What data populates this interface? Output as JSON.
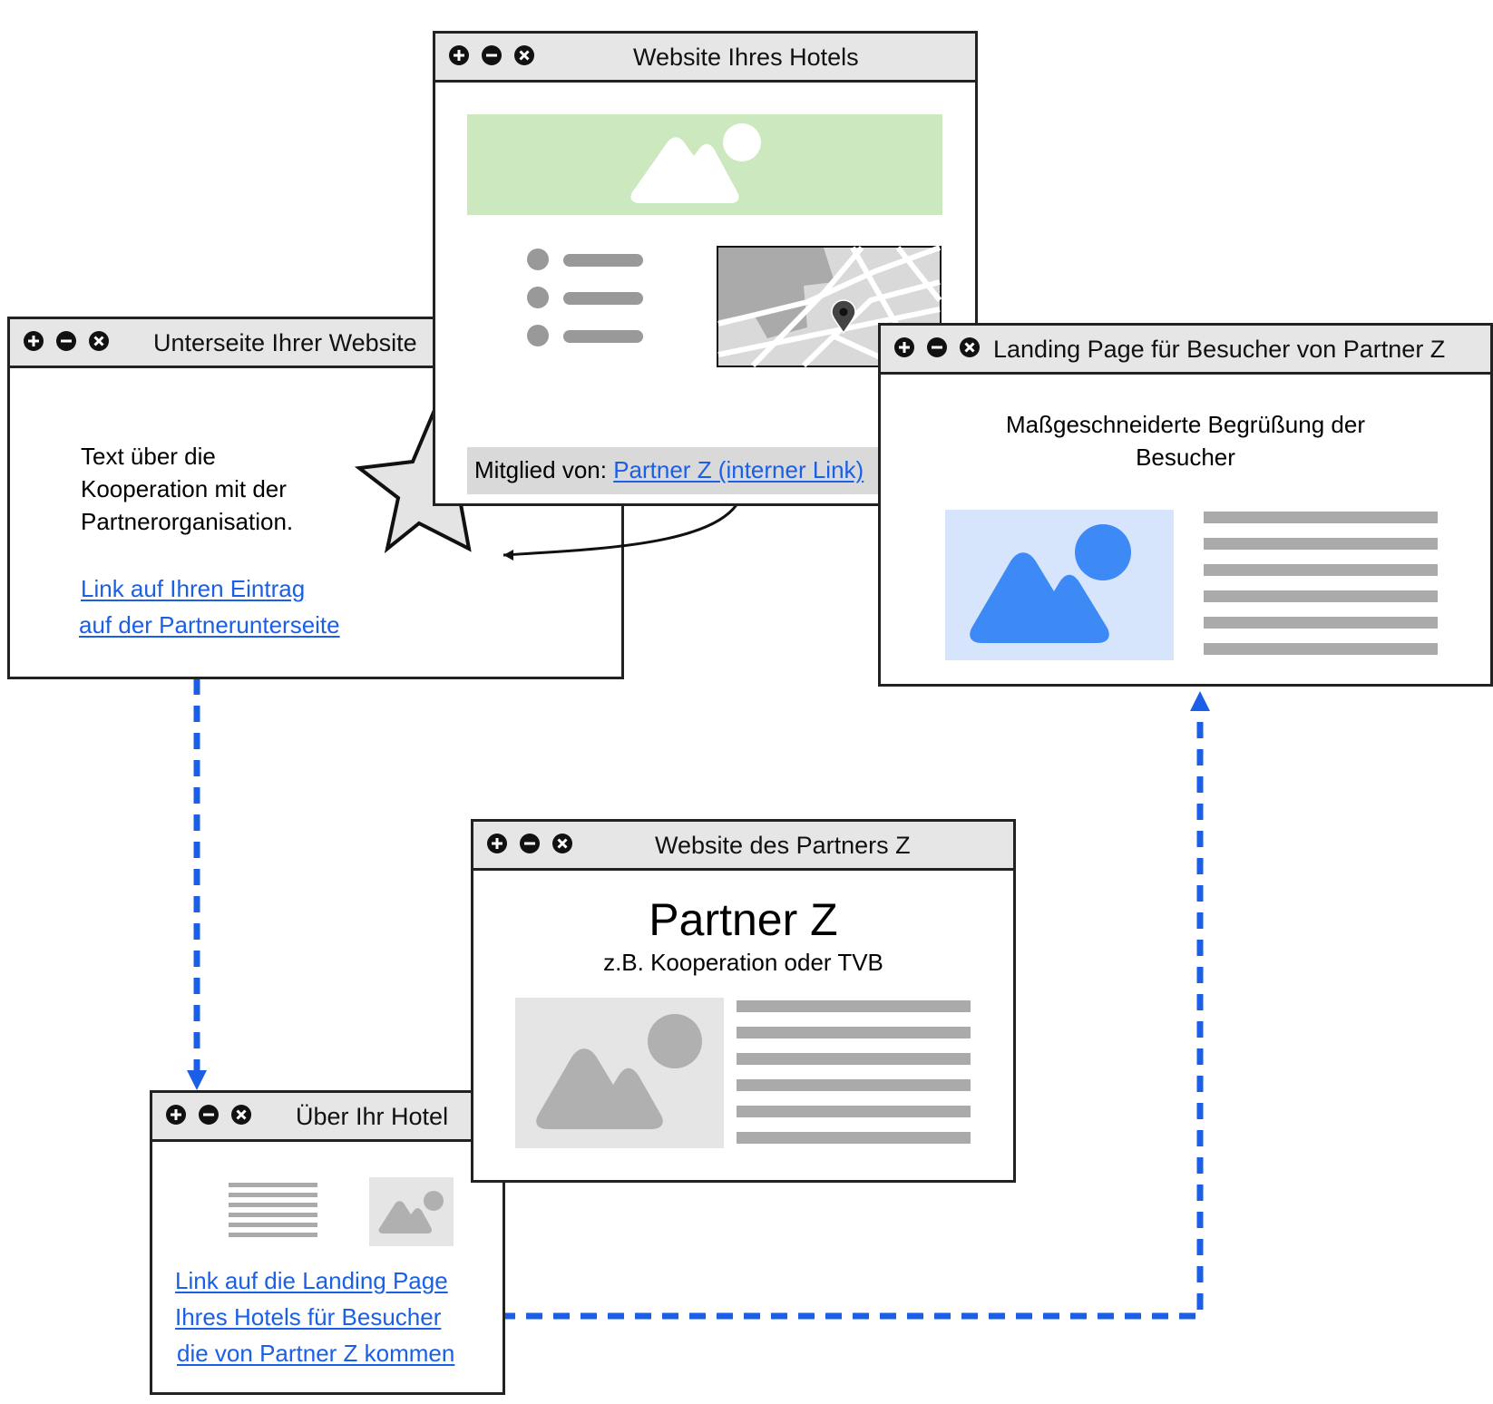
{
  "windows": {
    "hotel_website": {
      "title": "Website Ihres Hotels",
      "member_prefix": "Mitglied von:",
      "member_link": "Partner Z (interner Link)"
    },
    "subpage": {
      "title": "Unterseite Ihrer Website",
      "text_lines": [
        "Text über die",
        "Kooperation mit der",
        "Partnerorganisation."
      ],
      "link_lines": [
        "Link auf Ihren Eintrag",
        "auf der Partnerunterseite"
      ]
    },
    "landing_page": {
      "title": "Landing Page für Besucher von Partner Z",
      "greeting_lines": [
        "Maßgeschneiderte Begrüßung der",
        "Besucher"
      ]
    },
    "partner_website": {
      "title": "Website des Partners Z",
      "heading": "Partner Z",
      "subheading": "z.B. Kooperation oder TVB"
    },
    "about_hotel": {
      "title": "Über Ihr Hotel",
      "link_lines": [
        "Link auf die Landing Page",
        "Ihres Hotels für Besucher",
        "die von Partner Z kommen"
      ]
    }
  },
  "colors": {
    "link": "#1a5fe6",
    "connector": "#1a5fe6",
    "hero_green": "#cce8bf",
    "image_blue_bg": "#d6e4fc",
    "image_blue": "#3d8af7",
    "image_gray_bg": "#e5e5e5",
    "image_gray": "#b0b0b0",
    "titlebar": "#e6e6e6"
  },
  "icons": [
    "plus-circle-icon",
    "minus-circle-icon",
    "close-circle-icon",
    "image-icon",
    "map-icon",
    "map-pin-icon",
    "star-icon",
    "list-icon"
  ]
}
